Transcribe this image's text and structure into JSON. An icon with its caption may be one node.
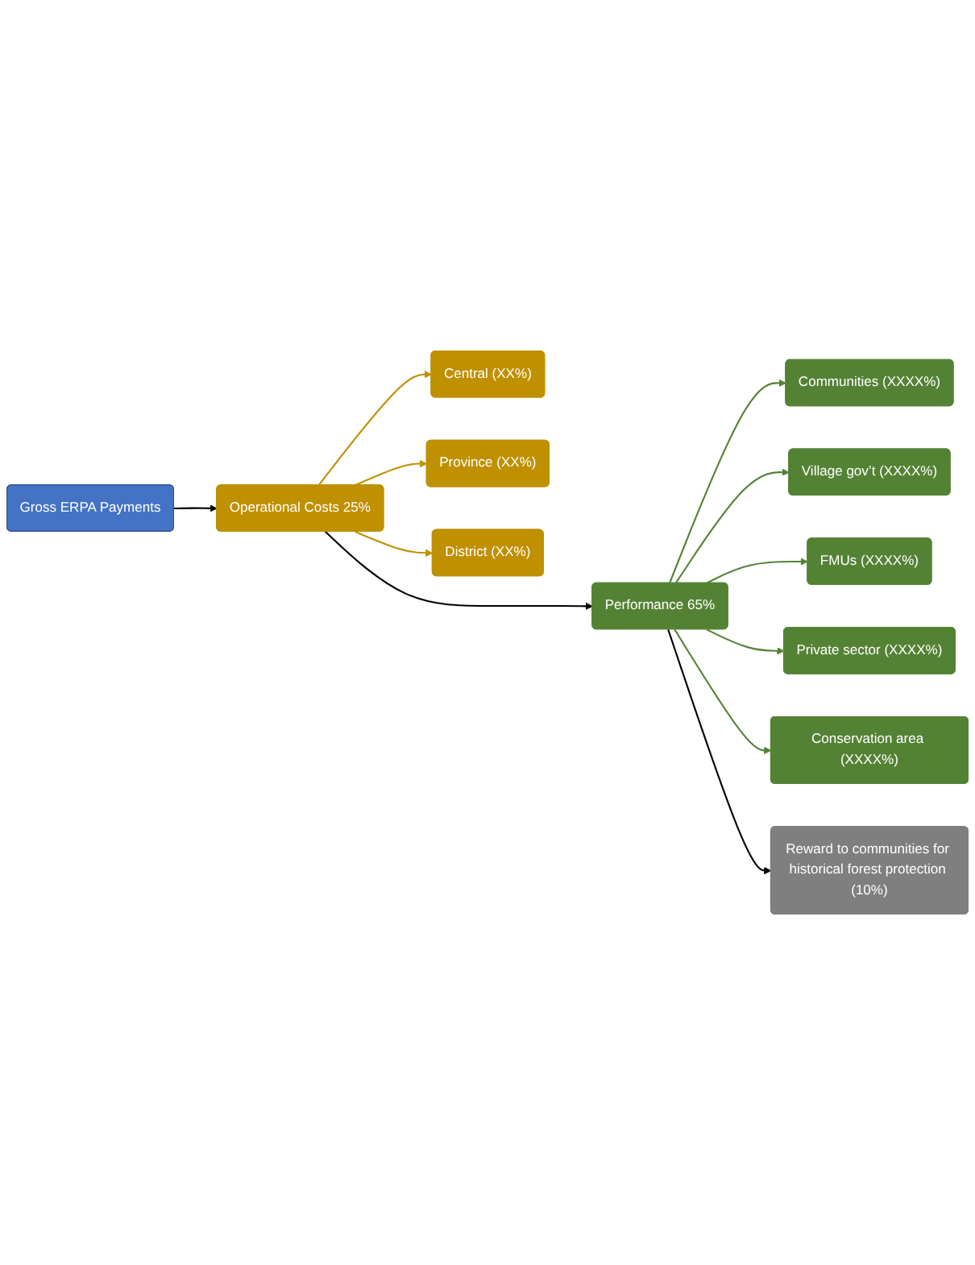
{
  "diagram": {
    "nodes": [
      {
        "text": [
          "Gross ERPA Payments"
        ]
      },
      {
        "text": [
          "Operational Costs 25%"
        ]
      },
      {
        "text": [
          "Central (XX%)"
        ]
      },
      {
        "text": [
          "Province (XX%)"
        ]
      },
      {
        "text": [
          "District (XX%)"
        ]
      },
      {
        "text": [
          "Performance 65%"
        ]
      },
      {
        "text": [
          "Communities (XXXX%)"
        ]
      },
      {
        "text": [
          "Village gov’t (XXXX%)"
        ]
      },
      {
        "text": [
          "FMUs (XXXX%)"
        ]
      },
      {
        "text": [
          "Private sector (XXXX%)"
        ]
      },
      {
        "text": [
          "Conservation area (XXXX%)"
        ]
      },
      {
        "text": [
          "Reward to communities for historical forest protection (10%)"
        ]
      }
    ],
    "edges": [
      {
        "from": 0,
        "to": 1,
        "arrow": "to",
        "color": "#000000"
      },
      {
        "from": 1,
        "to": 2,
        "arrow": "to",
        "color": "#bf9000"
      },
      {
        "from": 1,
        "to": 3,
        "arrow": "to",
        "color": "#bf9000"
      },
      {
        "from": 1,
        "to": 4,
        "arrow": "to",
        "color": "#bf9000"
      },
      {
        "from": 1,
        "to": 5,
        "arrow": "to",
        "color": "#000000"
      },
      {
        "from": 5,
        "to": 6,
        "arrow": "to",
        "color": "#548235"
      },
      {
        "from": 5,
        "to": 7,
        "arrow": "to",
        "color": "#548235"
      },
      {
        "from": 5,
        "to": 8,
        "arrow": "to",
        "color": "#548235"
      },
      {
        "from": 5,
        "to": 9,
        "arrow": "to",
        "color": "#548235"
      },
      {
        "from": 5,
        "to": 10,
        "arrow": "to",
        "color": "#548235"
      },
      {
        "from": 5,
        "to": 11,
        "arrow": "to",
        "color": "#000000"
      }
    ]
  }
}
